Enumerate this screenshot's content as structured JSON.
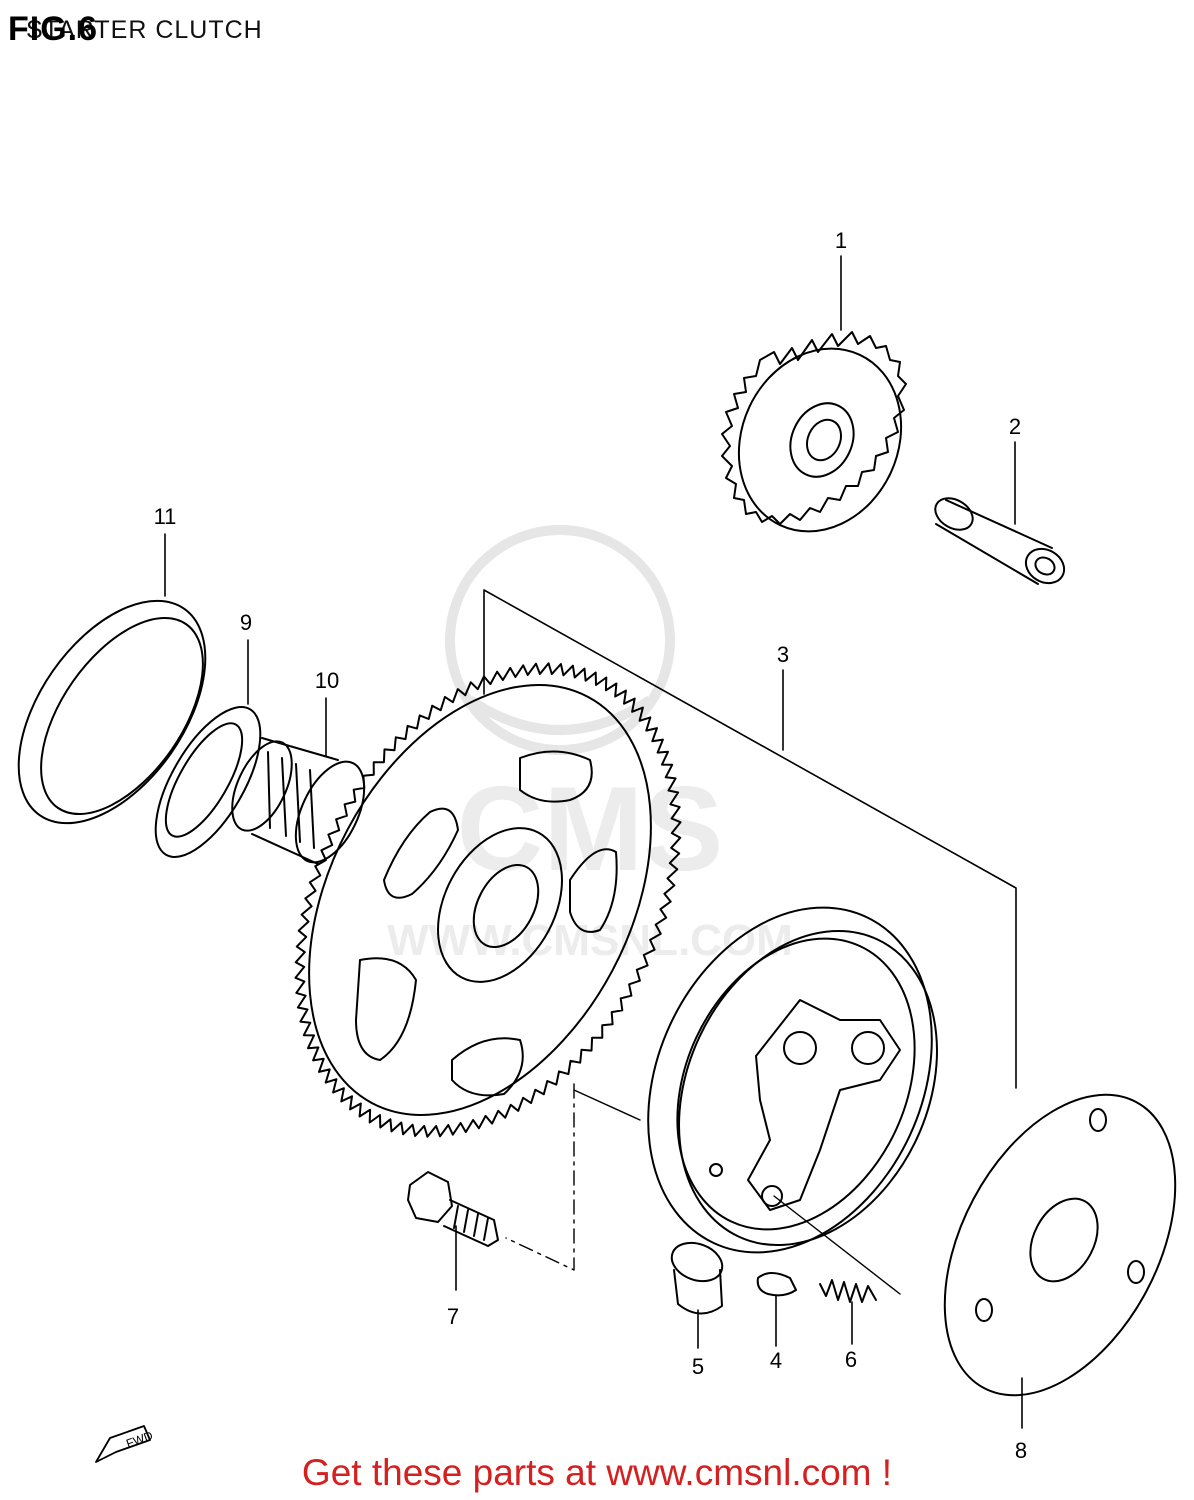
{
  "figure": {
    "id": "FIG.6",
    "title": "STARTER CLUTCH"
  },
  "callouts": [
    "1",
    "2",
    "3",
    "4",
    "5",
    "6",
    "7",
    "8",
    "9",
    "10",
    "11"
  ],
  "fwd_label": "FWD",
  "watermark": "WWW.CMSNL.COM",
  "footer": {
    "text": "Get these parts at www.cmsnl.com !"
  },
  "colors": {
    "line": "#000000",
    "banner": "#d42020",
    "watermark": "#e6e6e6"
  }
}
